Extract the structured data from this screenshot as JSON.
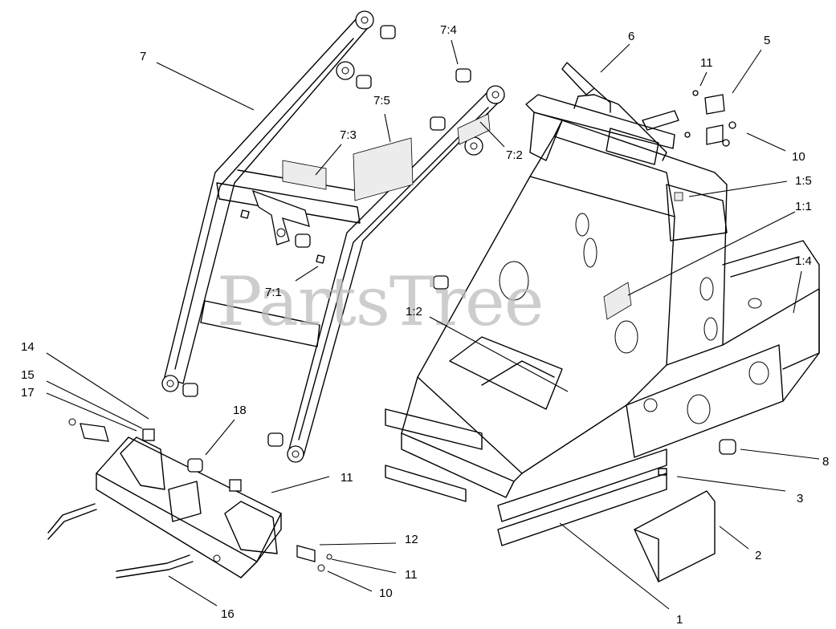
{
  "watermark": "PartsTree",
  "callouts": [
    {
      "id": "c7",
      "label": "7"
    },
    {
      "id": "c7-3",
      "label": "7:3"
    },
    {
      "id": "c7-5",
      "label": "7:5"
    },
    {
      "id": "c7-4",
      "label": "7:4"
    },
    {
      "id": "c6",
      "label": "6"
    },
    {
      "id": "c11a",
      "label": "11"
    },
    {
      "id": "c5",
      "label": "5"
    },
    {
      "id": "c7-2",
      "label": "7:2"
    },
    {
      "id": "c10a",
      "label": "10"
    },
    {
      "id": "c1-5",
      "label": "1:5"
    },
    {
      "id": "c1-1",
      "label": "1:1"
    },
    {
      "id": "c1-4",
      "label": "1:4"
    },
    {
      "id": "c7-1",
      "label": "7:1"
    },
    {
      "id": "c1-2",
      "label": "1:2"
    },
    {
      "id": "c14",
      "label": "14"
    },
    {
      "id": "c15",
      "label": "15"
    },
    {
      "id": "c17",
      "label": "17"
    },
    {
      "id": "c18",
      "label": "18"
    },
    {
      "id": "c8",
      "label": "8"
    },
    {
      "id": "c11b",
      "label": "11"
    },
    {
      "id": "c3",
      "label": "3"
    },
    {
      "id": "c12",
      "label": "12"
    },
    {
      "id": "c2",
      "label": "2"
    },
    {
      "id": "c11c",
      "label": "11"
    },
    {
      "id": "c10b",
      "label": "10"
    },
    {
      "id": "c16",
      "label": "16"
    },
    {
      "id": "c1",
      "label": "1"
    }
  ]
}
